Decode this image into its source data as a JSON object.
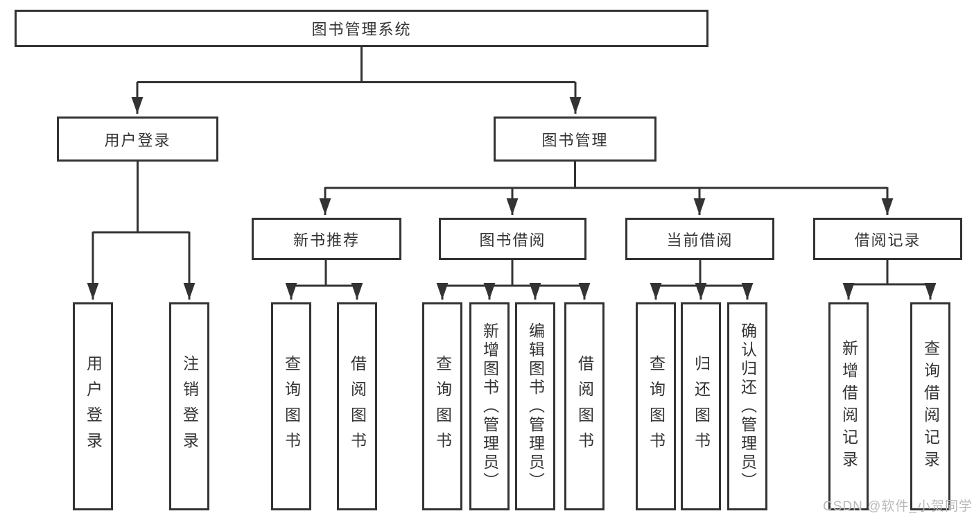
{
  "diagram": {
    "root": {
      "label": "图书管理系统"
    },
    "level2": [
      {
        "label": "用户登录"
      },
      {
        "label": "图书管理"
      }
    ],
    "level3": [
      {
        "label": "新书推荐",
        "parent": "图书管理"
      },
      {
        "label": "图书借阅",
        "parent": "图书管理"
      },
      {
        "label": "当前借阅",
        "parent": "图书管理"
      },
      {
        "label": "借阅记录",
        "parent": "图书管理"
      }
    ],
    "level4": [
      {
        "label": "用户登录",
        "parent": "用户登录"
      },
      {
        "label": "注销登录",
        "parent": "用户登录"
      },
      {
        "label": "查询图书",
        "parent": "新书推荐"
      },
      {
        "label": "借阅图书",
        "parent": "新书推荐"
      },
      {
        "label": "查询图书",
        "parent": "图书借阅"
      },
      {
        "label": "新增图书（管理员）",
        "parent": "图书借阅"
      },
      {
        "label": "编辑图书（管理员）",
        "parent": "图书借阅"
      },
      {
        "label": "借阅图书",
        "parent": "图书借阅"
      },
      {
        "label": "查询图书",
        "parent": "当前借阅"
      },
      {
        "label": "归还图书",
        "parent": "当前借阅"
      },
      {
        "label": "确认归还（管理员）",
        "parent": "当前借阅"
      },
      {
        "label": "新增借阅记录",
        "parent": "借阅记录"
      },
      {
        "label": "查询借阅记录",
        "parent": "借阅记录"
      }
    ]
  },
  "watermark": {
    "text": "CSDN @软件_小贺同学"
  },
  "colors": {
    "line": "#333333",
    "text": "#333333",
    "watermark": "#b9b9b9",
    "background": "#ffffff"
  }
}
